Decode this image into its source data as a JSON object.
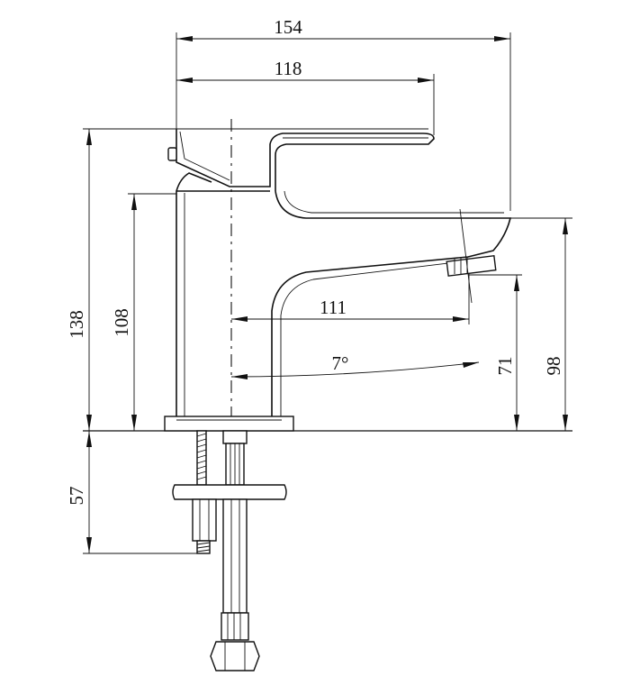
{
  "drawing": {
    "dimensions": {
      "overall_length": "154",
      "handle_length": "118",
      "overall_height": "138",
      "body_height": "108",
      "spout_reach": "111",
      "rotation_angle": "7°",
      "spout_outlet_height": "71",
      "spout_top_height": "98",
      "under_counter_depth": "57"
    }
  }
}
